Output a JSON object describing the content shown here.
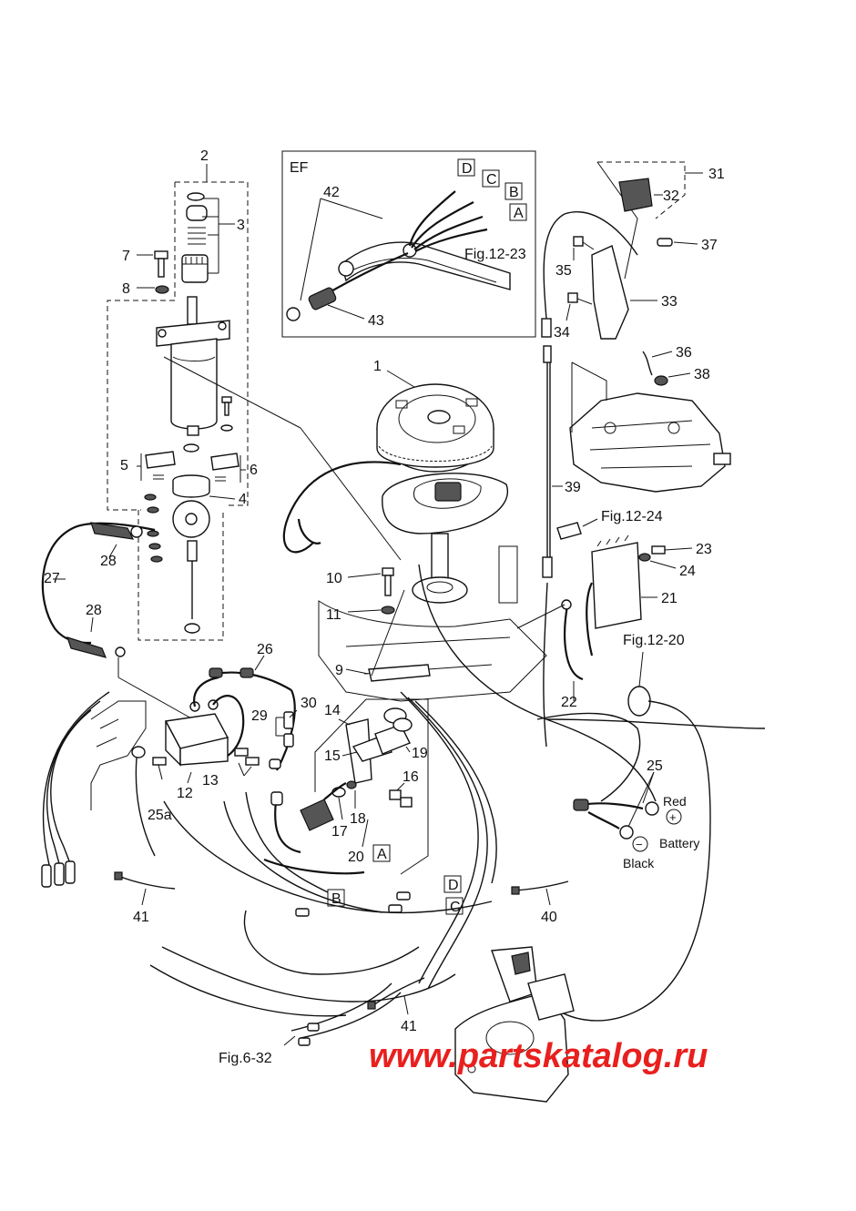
{
  "inset": {
    "title": "EF",
    "ref": "Fig.12-23",
    "connectors": [
      "D",
      "C",
      "B",
      "A"
    ]
  },
  "callouts": [
    {
      "id": "c1",
      "text": "1"
    },
    {
      "id": "c2",
      "text": "2"
    },
    {
      "id": "c3",
      "text": "3"
    },
    {
      "id": "c4",
      "text": "4"
    },
    {
      "id": "c5",
      "text": "5"
    },
    {
      "id": "c6",
      "text": "6"
    },
    {
      "id": "c7",
      "text": "7"
    },
    {
      "id": "c8",
      "text": "8"
    },
    {
      "id": "c9",
      "text": "9"
    },
    {
      "id": "c10",
      "text": "10"
    },
    {
      "id": "c11",
      "text": "11"
    },
    {
      "id": "c12",
      "text": "12"
    },
    {
      "id": "c13",
      "text": "13"
    },
    {
      "id": "c14",
      "text": "14"
    },
    {
      "id": "c15",
      "text": "15"
    },
    {
      "id": "c16",
      "text": "16"
    },
    {
      "id": "c17",
      "text": "17"
    },
    {
      "id": "c18",
      "text": "18"
    },
    {
      "id": "c19",
      "text": "19"
    },
    {
      "id": "c20",
      "text": "20"
    },
    {
      "id": "c21",
      "text": "21"
    },
    {
      "id": "c22",
      "text": "22"
    },
    {
      "id": "c23",
      "text": "23"
    },
    {
      "id": "c24",
      "text": "24"
    },
    {
      "id": "c25",
      "text": "25"
    },
    {
      "id": "c25a",
      "text": "25a"
    },
    {
      "id": "c26",
      "text": "26"
    },
    {
      "id": "c27",
      "text": "27"
    },
    {
      "id": "c28a",
      "text": "28"
    },
    {
      "id": "c28b",
      "text": "28"
    },
    {
      "id": "c29",
      "text": "29"
    },
    {
      "id": "c30",
      "text": "30"
    },
    {
      "id": "c31",
      "text": "31"
    },
    {
      "id": "c32",
      "text": "32"
    },
    {
      "id": "c33",
      "text": "33"
    },
    {
      "id": "c34",
      "text": "34"
    },
    {
      "id": "c35",
      "text": "35"
    },
    {
      "id": "c36",
      "text": "36"
    },
    {
      "id": "c37",
      "text": "37"
    },
    {
      "id": "c38",
      "text": "38"
    },
    {
      "id": "c39",
      "text": "39"
    },
    {
      "id": "c40",
      "text": "40"
    },
    {
      "id": "c41a",
      "text": "41"
    },
    {
      "id": "c41b",
      "text": "41"
    },
    {
      "id": "c42",
      "text": "42"
    },
    {
      "id": "c43",
      "text": "43"
    }
  ],
  "figure_refs": {
    "fig12_24": "Fig.12-24",
    "fig12_20": "Fig.12-20",
    "fig6_32": "Fig.6-32"
  },
  "battery": {
    "label": "Battery",
    "red": "Red",
    "black": "Black",
    "plus": "+",
    "minus": "−"
  },
  "connector_boxes": {
    "a": "A",
    "b": "B",
    "c": "C",
    "d": "D"
  },
  "watermark": "www.partskatalog.ru",
  "colors": {
    "line": "#111111",
    "watermark": "#e8201e",
    "background": "#ffffff"
  }
}
